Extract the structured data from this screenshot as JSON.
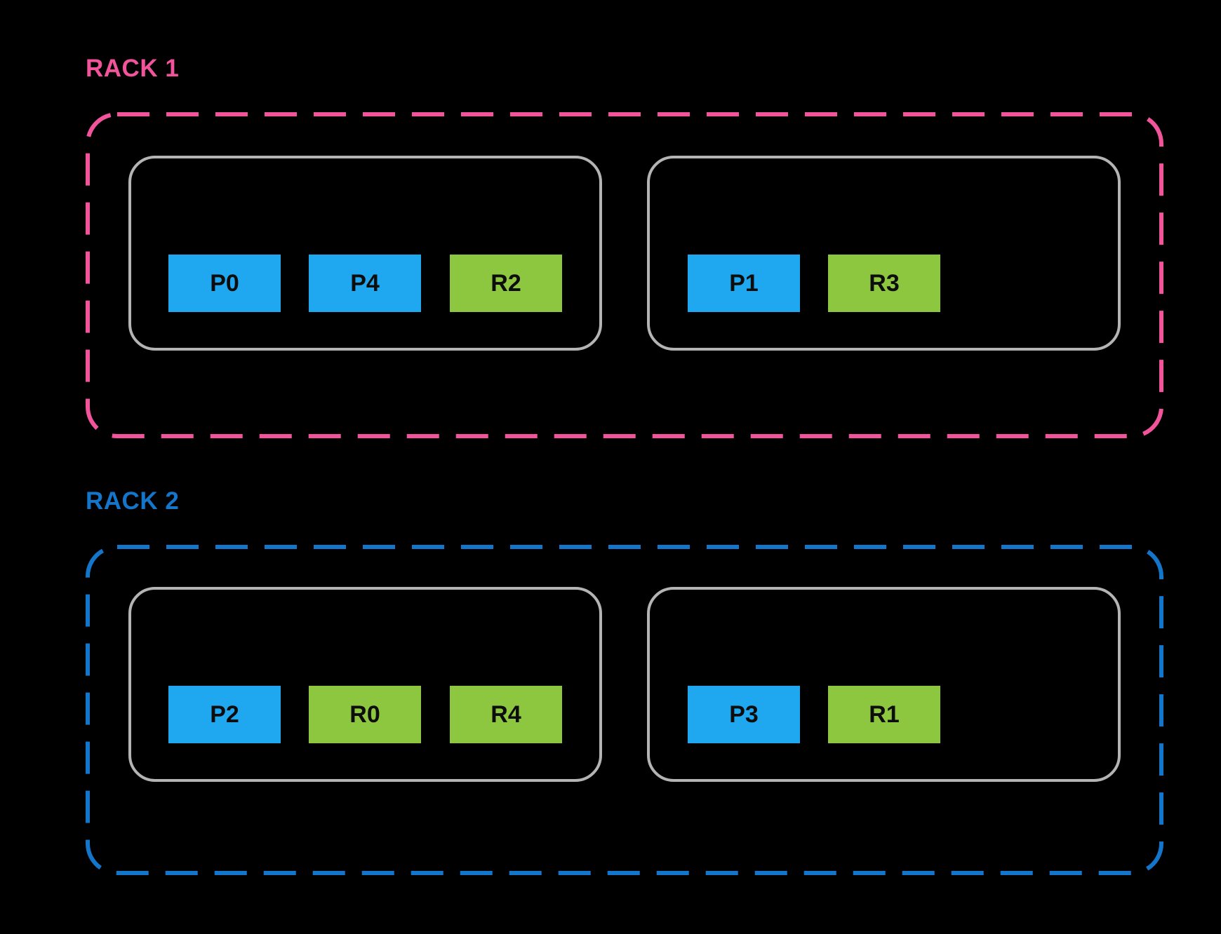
{
  "colors": {
    "background": "#000000",
    "rack1_accent": "#F2549B",
    "rack2_accent": "#1376CB",
    "host_border": "#B4B4B4",
    "pod_blue": "#1FA8F0",
    "replica_green": "#8DC63F",
    "chip_text": "#0D0D0D"
  },
  "racks": [
    {
      "name": "RACK 1",
      "color": "#F2549B",
      "hosts": [
        {
          "boxes": [
            {
              "label": "P0",
              "color": "#1FA8F0"
            },
            {
              "label": "P4",
              "color": "#1FA8F0"
            },
            {
              "label": "R2",
              "color": "#8DC63F"
            }
          ]
        },
        {
          "boxes": [
            {
              "label": "P1",
              "color": "#1FA8F0"
            },
            {
              "label": "R3",
              "color": "#8DC63F"
            }
          ]
        }
      ]
    },
    {
      "name": "RACK 2",
      "color": "#1376CB",
      "hosts": [
        {
          "boxes": [
            {
              "label": "P2",
              "color": "#1FA8F0"
            },
            {
              "label": "R0",
              "color": "#8DC63F"
            },
            {
              "label": "R4",
              "color": "#8DC63F"
            }
          ]
        },
        {
          "boxes": [
            {
              "label": "P3",
              "color": "#1FA8F0"
            },
            {
              "label": "R1",
              "color": "#8DC63F"
            }
          ]
        }
      ]
    }
  ]
}
